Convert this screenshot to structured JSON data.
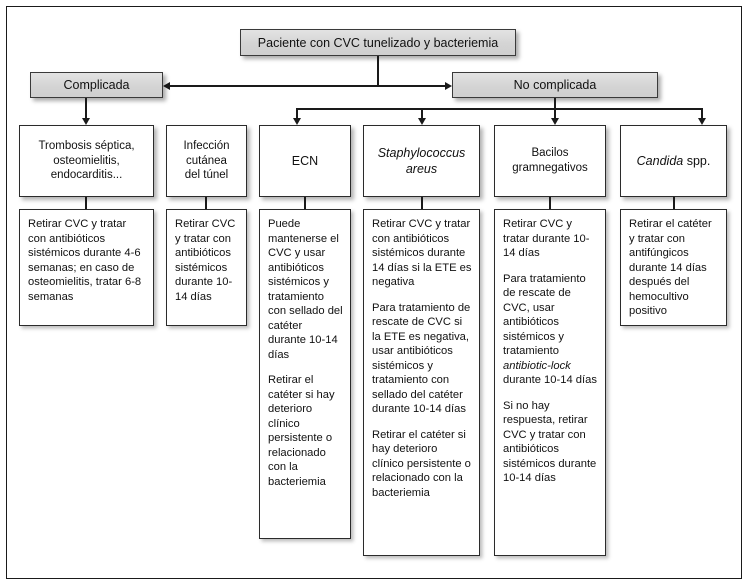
{
  "diagram": {
    "type": "flowchart",
    "title_node": {
      "id": "root",
      "label": "Paciente con CVC tunelizado y bacteriemia",
      "style": "shaded"
    },
    "branches": [
      {
        "id": "complicada",
        "label": "Complicada",
        "style": "shaded"
      },
      {
        "id": "no-complicada",
        "label": "No complicada",
        "style": "shaded"
      }
    ],
    "categories": [
      {
        "id": "trombosis",
        "parent": "complicada",
        "lines": [
          "Trombosis séptica,",
          "osteomielitis,",
          "endocarditis..."
        ],
        "italic": false
      },
      {
        "id": "infeccion-tunel",
        "parent": "complicada",
        "lines": [
          "Infección",
          "cutánea",
          "del túnel"
        ],
        "italic": false
      },
      {
        "id": "ecn",
        "parent": "no-complicada",
        "lines": [
          "ECN"
        ],
        "italic": false
      },
      {
        "id": "staphylococcus",
        "parent": "no-complicada",
        "lines": [
          "Staphylococcus",
          "areus"
        ],
        "italic": true
      },
      {
        "id": "bacilos",
        "parent": "no-complicada",
        "lines": [
          "Bacilos",
          "gramnegativos"
        ],
        "italic": false
      },
      {
        "id": "candida",
        "parent": "no-complicada",
        "lines": [
          "Candida spp."
        ],
        "italic": "partial"
      }
    ],
    "treatments": [
      {
        "id": "trombosis-tx",
        "for": "trombosis",
        "paragraphs": [
          "Retirar CVC y tratar con antibióticos sistémicos durante 4-6 semanas; en caso de osteomielitis, tratar 6-8 semanas"
        ]
      },
      {
        "id": "infeccion-tunel-tx",
        "for": "infeccion-tunel",
        "paragraphs": [
          "Retirar CVC y tratar con antibióticos sistémicos durante 10-14 días"
        ]
      },
      {
        "id": "ecn-tx",
        "for": "ecn",
        "paragraphs": [
          "Puede mantenerse el CVC y usar antibióticos sistémicos y tratamiento con sellado del catéter durante 10-14 días",
          "Retirar el catéter si hay deterioro clínico persistente o relacionado con la bacteriemia"
        ]
      },
      {
        "id": "staphylococcus-tx",
        "for": "staphylococcus",
        "paragraphs": [
          "Retirar CVC y tratar con antibióticos sistémicos durante 14 días si la ETE es negativa",
          "Para tratamiento de rescate de CVC si la ETE es negativa, usar antibióticos sistémicos y tratamiento con sellado del catéter durante 10-14 días",
          "Retirar el catéter si hay deterioro clínico persistente o relacionado con la bacteriemia"
        ]
      },
      {
        "id": "bacilos-tx",
        "for": "bacilos",
        "paragraph_1": "Retirar CVC y tratar durante 10-14 días",
        "paragraph_2_pre": "Para tratamiento de rescate de CVC, usar antibióticos sistémicos y tratamiento ",
        "paragraph_2_italic": "antibiotic-lock",
        "paragraph_2_post": " durante 10-14 días",
        "paragraph_3": "Si no hay respuesta, retirar CVC y tratar con antibióticos sistémicos durante 10-14 días"
      },
      {
        "id": "candida-tx",
        "for": "candida",
        "paragraphs": [
          "Retirar el catéter y tratar con antifúngicos durante 14 días después del hemocultivo positivo"
        ]
      }
    ],
    "colors": {
      "shaded_fill": "#d8d8d8",
      "box_border": "#2b2b2b",
      "connector": "#1a1a1a",
      "text": "#111111",
      "page_background": "#ffffff"
    }
  }
}
